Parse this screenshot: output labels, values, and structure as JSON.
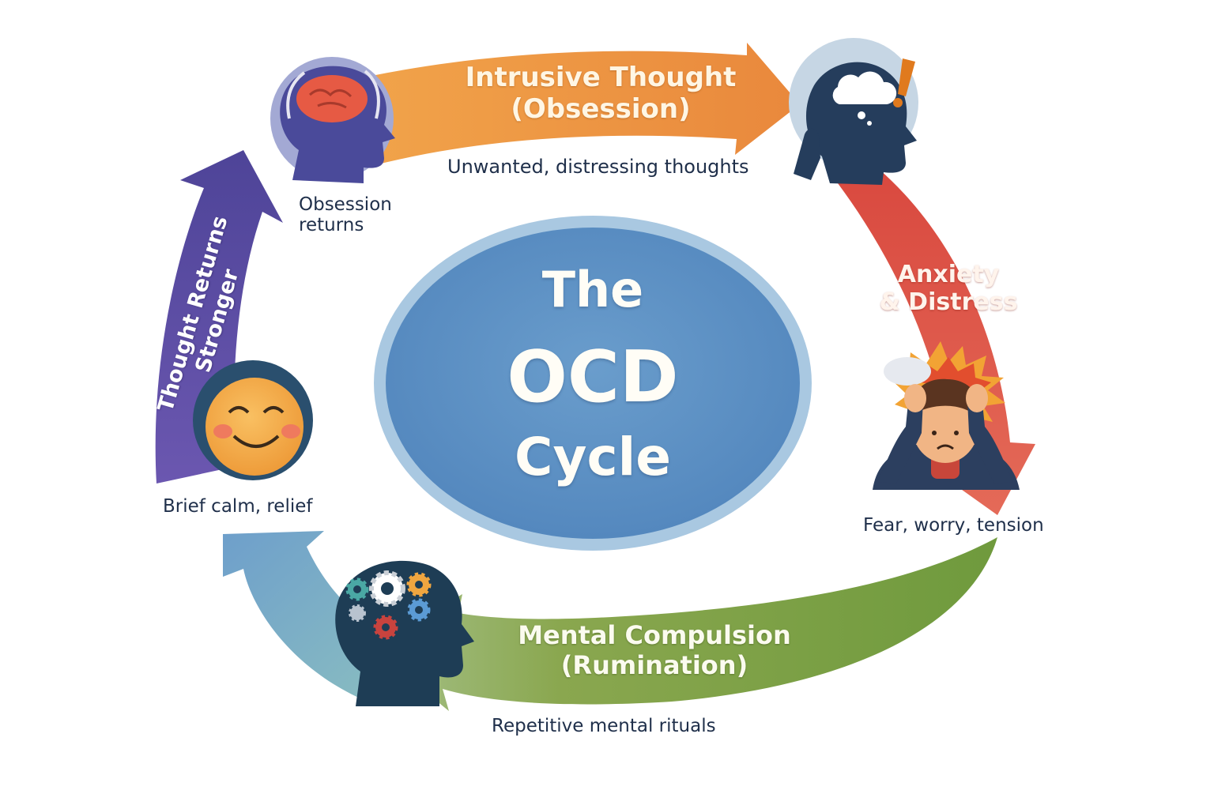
{
  "center": {
    "line1": "The",
    "line2": "OCD",
    "line3": "Cycle"
  },
  "stages": {
    "obsession": {
      "title_1": "Intrusive Thought",
      "title_2": "(Obsession)",
      "caption": "Unwanted, distressing thoughts"
    },
    "anxiety": {
      "title_1": "Anxiety",
      "title_2": "& Distress",
      "caption": "Fear, worry, tension"
    },
    "compulsion": {
      "title_1": "Mental Compulsion",
      "title_2": "(Rumination)",
      "caption": "Repetitive mental rituals"
    },
    "relief": {
      "caption": "Brief calm, relief"
    },
    "returns": {
      "title_1": "Thought Returns",
      "title_2": "Stronger",
      "caption_1": "Obsession",
      "caption_2": "returns"
    }
  },
  "icons": [
    "brain-head-icon",
    "thinking-head-icon",
    "exclamation-icon",
    "stressed-person-icon",
    "burst-icon",
    "gears-head-icon",
    "smiley-face-icon"
  ],
  "colors": {
    "obsession": "#ec9541",
    "anxiety": "#d9504a",
    "compulsion": "#7c9c46",
    "relief": "#7fb0c8",
    "returns": "#5a4aa2",
    "center": "#5b8fc4",
    "text": "#1f2f4a"
  }
}
